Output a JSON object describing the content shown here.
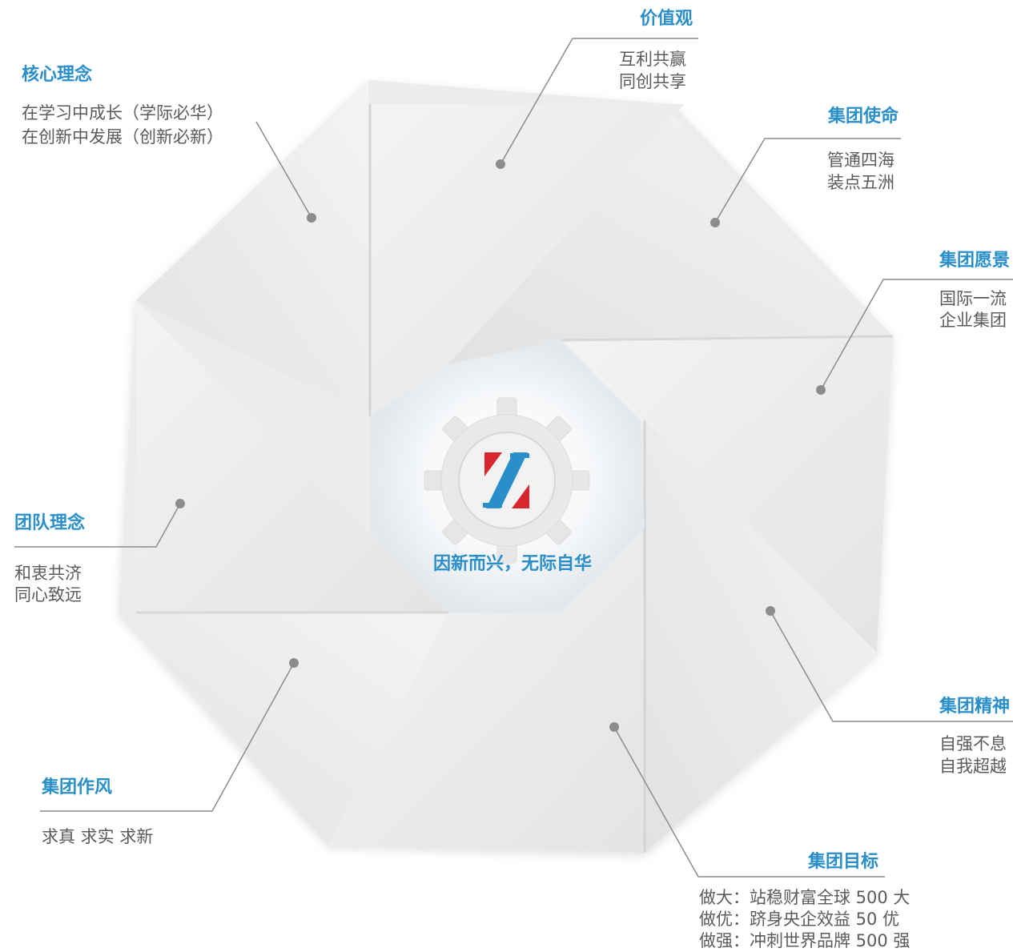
{
  "center": {
    "slogan": "因新而兴，无际自华",
    "brand_colors": {
      "red": "#d7262e",
      "blue": "#2a8fc9"
    }
  },
  "sections": {
    "core_concept": {
      "title": "核心理念",
      "lines": [
        "在学习中成长（学际必华）",
        "在创新中发展（创新必新）"
      ]
    },
    "values": {
      "title": "价值观",
      "lines": [
        "互利共赢",
        "同创共享"
      ]
    },
    "mission": {
      "title": "集团使命",
      "lines": [
        "管通四海",
        "装点五洲"
      ]
    },
    "vision": {
      "title": "集团愿景",
      "lines": [
        "国际一流",
        "企业集团"
      ]
    },
    "spirit": {
      "title": "集团精神",
      "lines": [
        "自强不息",
        "自我超越"
      ]
    },
    "goals": {
      "title": "集团目标",
      "lines": [
        "做大：站稳财富全球 500 大",
        "做优：跻身央企效益 50 优",
        "做强：冲刺世界品牌 500 强"
      ]
    },
    "style": {
      "title": "集团作风",
      "lines": [
        "求真 求实 求新"
      ]
    },
    "team": {
      "title": "团队理念",
      "lines": [
        "和衷共济",
        "同心致远"
      ]
    }
  },
  "colors": {
    "accent": "#2a8fc9",
    "text": "#5b5b5b",
    "leader": "#8c8c8c",
    "panel": "#ececec"
  }
}
